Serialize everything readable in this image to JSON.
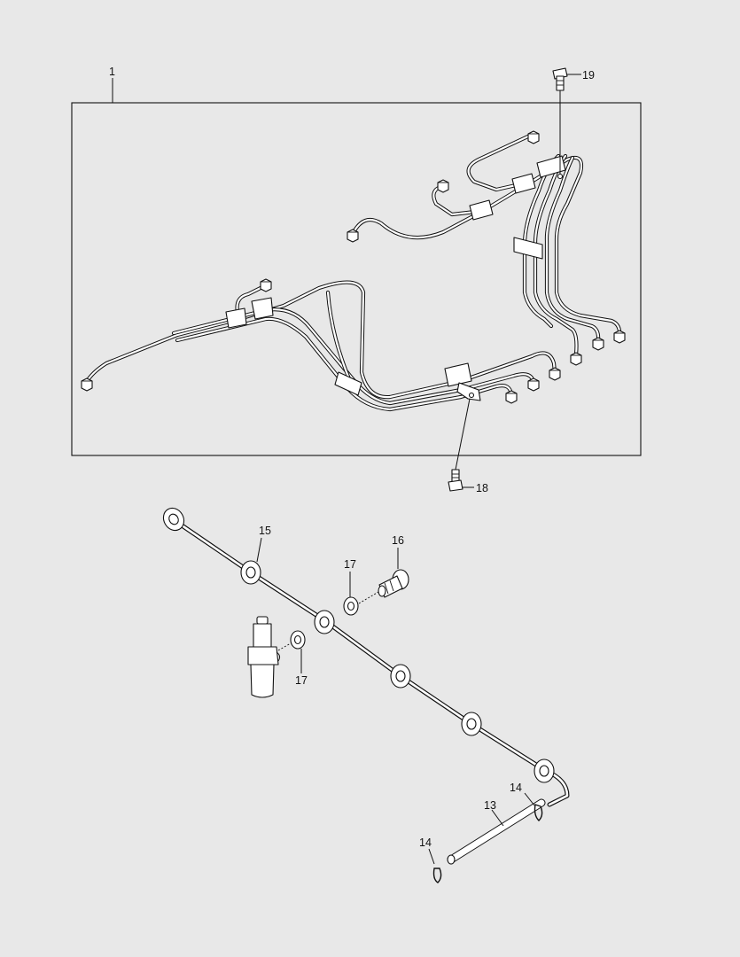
{
  "callouts": {
    "c1": "1",
    "c19": "19",
    "c18": "18",
    "c15": "15",
    "c16": "16",
    "c17a": "17",
    "c17b": "17",
    "c14a": "14",
    "c13": "13",
    "c14b": "14"
  },
  "colors": {
    "background": "#e8e8e8",
    "line": "#111111",
    "fill": "#ffffff"
  }
}
